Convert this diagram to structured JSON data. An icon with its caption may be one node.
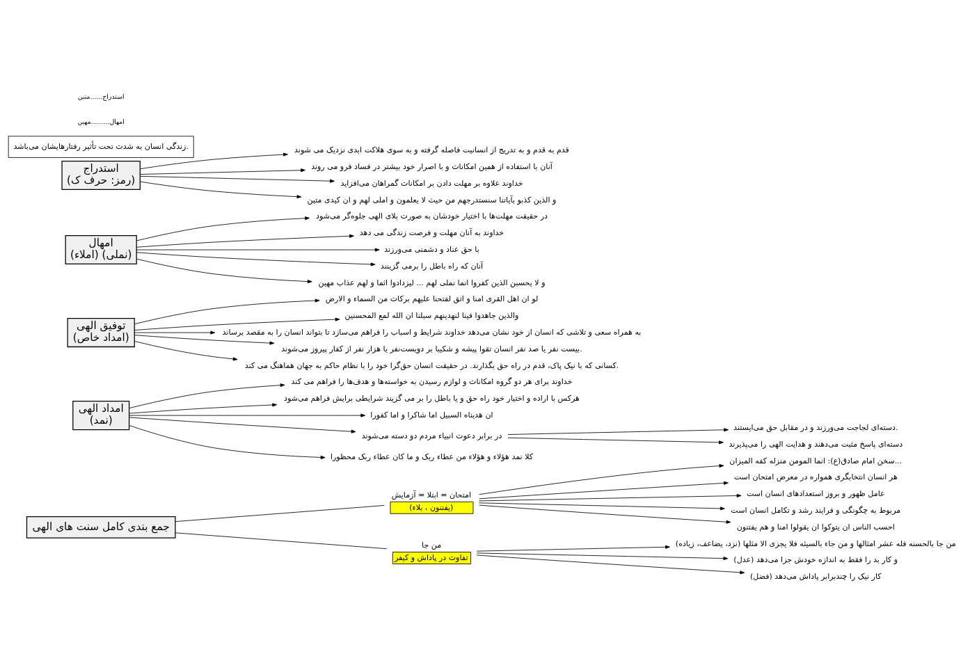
{
  "diagram": {
    "nodes": [
      {
        "text": [
          "جمع بندی کامل سنت های الهی"
        ]
      },
      {
        "text": [
          "امتحان = ابتلا = آزمایش",
          "(یفتنون ، بلاء)"
        ]
      },
      {
        "text": [
          "سخن امام صادق(ع): انما المومن منزله کفه المیزان..."
        ]
      },
      {
        "text": [
          "هر انسان انتخابگری همواره در معرض امتحان است"
        ]
      },
      {
        "text": [
          "عامل ظهور و بروز استعدادهای انسان است"
        ]
      },
      {
        "text": [
          "مربوط به چگونگی و فرایند رشد و تکامل انسان است"
        ]
      },
      {
        "text": [
          "احسب الناس ان یتوکوا ان یقولوا امنا و هم یفتنون"
        ]
      },
      {
        "text": [
          "امداد الهی",
          "(نمد)"
        ]
      },
      {
        "text": [
          "خداوند برای هر دو گروه امکانات و لوازم رسیدن به خواسته‌ها و هدف‌ها را فراهم می کند"
        ]
      },
      {
        "text": [
          "هرکس با اراده و اختیار خود راه حق و یا باطل را بر می گزیند شرایطی برایش فراهم می‌شود"
        ]
      },
      {
        "text": [
          "ان هدیناه السبیل اما شاکرا و اما کفورا"
        ]
      },
      {
        "text": [
          "در برابر دعوت انبیاء مردم دو دسته می‌شوند"
        ]
      },
      {
        "text": [
          "دسته‌ای لجاجت می‌ورزند و در مقابل حق می‌ایستند."
        ]
      },
      {
        "text": [
          "دسته‌ای پاسخ مثبت می‌دهند و هدایت الهی را می‌پذیرند"
        ]
      },
      {
        "text": [
          "کلا نمد هؤلاء و هؤلاء من عطاء ربک و ما کان عطاء ربک محظورا"
        ]
      },
      {
        "text": [
          "توفیق الهی",
          "(امداد خاص)"
        ]
      },
      {
        "text": [
          "لو ان اهل القری امنا و اتق لفتحنا علیهم برکات من السماء و الارض"
        ]
      },
      {
        "text": [
          "والذین جاهدوا فینا لنهدینهم سبلنا ان الله لمع المحسنین"
        ]
      },
      {
        "text": [
          "به همراه سعی و تلاشی که انسان از خود نشان می‌دهد خداوند شرایط و اسباب را فراهم می‌سازد تا بتواند انسان را به مقصد برساند"
        ]
      },
      {
        "text": [
          "بیست نفر یا صد نفر انسان تقوا پیشه و شکیبا بر دویست‌نفر یا هزار نفر از کفار پیروز می‌شوند."
        ]
      },
      {
        "text": [
          "کسانی که با نیک پاک، قدم در راه حق بگذارند. در حقیقت انسان حق‌گرا خود را با نظام حاکم به جهان هماهنگ می کند."
        ]
      },
      {
        "text": [
          "امهال",
          "(املاء) (نملی)"
        ]
      },
      {
        "text": [
          "در حقیقت مهلت‌ها با اختیار خودشان به صورت بلای الهی جلوه‌گر می‌شود"
        ]
      },
      {
        "text": [
          "خداوند به آنان مهلت و فرصت زندگی می دهد"
        ]
      },
      {
        "text": [
          "با حق عناد و دشمنی می‌ورزند"
        ]
      },
      {
        "text": [
          "آنان که راه باطل را برمی گزینند"
        ]
      },
      {
        "text": [
          "و لا یحسبن الذین کفروا انما نملی لهم ... لیزدادوا اثما و لهم عذاب مهین"
        ]
      },
      {
        "text": [
          "استدراج",
          "(رمز: حرف ک)"
        ]
      },
      {
        "text": [
          "قدم به قدم و به تدریج از انسانیت فاصله گرفته و به سوی هلاکت ابدی نزدیک می شوند"
        ]
      },
      {
        "text": [
          "آنان با استفاده از همین امکانات و با اصرار خود بیشتر در فساد فرو می روند"
        ]
      },
      {
        "text": [
          "خداوند علاوه بر مهلت دادن بر امکانات گمراهان می‌افزاید"
        ]
      },
      {
        "text": [
          "و الذین کذبو بآیاتنا سنستدرجهم من حیث لا یعلمون و املی لهم و ان کیدی متین"
        ]
      },
      {
        "text": [
          "من جا",
          "تفاوت در پاداش و کیفر"
        ]
      },
      {
        "text": [
          "من جا بالحسنه فله عشر امثالها و من جاء بالسیئه فلا یجزی الا مثلها (نزد، یضاعف، زیاده)"
        ]
      },
      {
        "text": [
          "و کار بد را فقط به اندازه خودش جزا می‌دهد (عدل)"
        ]
      },
      {
        "text": [
          "کار نیک را چندبرابر پاداش می‌دهد (فضل)"
        ]
      },
      {
        "text": [
          "زندگی انسان به شدت تحت تأثیر رفتارهایشان می‌باشد."
        ]
      }
    ],
    "edges": [
      {
        "from": 0,
        "to": 1,
        "arrow": "none"
      },
      {
        "from": 0,
        "to": 32,
        "arrow": "none"
      },
      {
        "from": 1,
        "to": 2,
        "arrow": "to"
      },
      {
        "from": 1,
        "to": 3,
        "arrow": "to"
      },
      {
        "from": 1,
        "to": 4,
        "arrow": "to"
      },
      {
        "from": 1,
        "to": 5,
        "arrow": "to"
      },
      {
        "from": 1,
        "to": 6,
        "arrow": "to"
      },
      {
        "from": 7,
        "to": 8,
        "arrow": "to"
      },
      {
        "from": 7,
        "to": 9,
        "arrow": "to"
      },
      {
        "from": 7,
        "to": 10,
        "arrow": "to"
      },
      {
        "from": 7,
        "to": 11,
        "arrow": "to"
      },
      {
        "from": 7,
        "to": 14,
        "arrow": "to"
      },
      {
        "from": 11,
        "to": 12,
        "arrow": "to"
      },
      {
        "from": 11,
        "to": 13,
        "arrow": "to"
      },
      {
        "from": 15,
        "to": 16,
        "arrow": "to"
      },
      {
        "from": 15,
        "to": 17,
        "arrow": "to"
      },
      {
        "from": 15,
        "to": 18,
        "arrow": "to"
      },
      {
        "from": 15,
        "to": 19,
        "arrow": "to"
      },
      {
        "from": 15,
        "to": 20,
        "arrow": "to"
      },
      {
        "from": 21,
        "to": 22,
        "arrow": "to"
      },
      {
        "from": 21,
        "to": 23,
        "arrow": "to"
      },
      {
        "from": 21,
        "to": 24,
        "arrow": "to"
      },
      {
        "from": 21,
        "to": 25,
        "arrow": "to"
      },
      {
        "from": 21,
        "to": 26,
        "arrow": "to"
      },
      {
        "from": 27,
        "to": 28,
        "arrow": "to"
      },
      {
        "from": 27,
        "to": 29,
        "arrow": "to"
      },
      {
        "from": 27,
        "to": 30,
        "arrow": "to"
      },
      {
        "from": 27,
        "to": 31,
        "arrow": "to"
      },
      {
        "from": 32,
        "to": 33,
        "arrow": "to"
      },
      {
        "from": 32,
        "to": 34,
        "arrow": "to"
      },
      {
        "from": 32,
        "to": 35,
        "arrow": "to"
      }
    ],
    "labels": [
      "امهال.........مهین",
      "استدراج......متین"
    ]
  }
}
